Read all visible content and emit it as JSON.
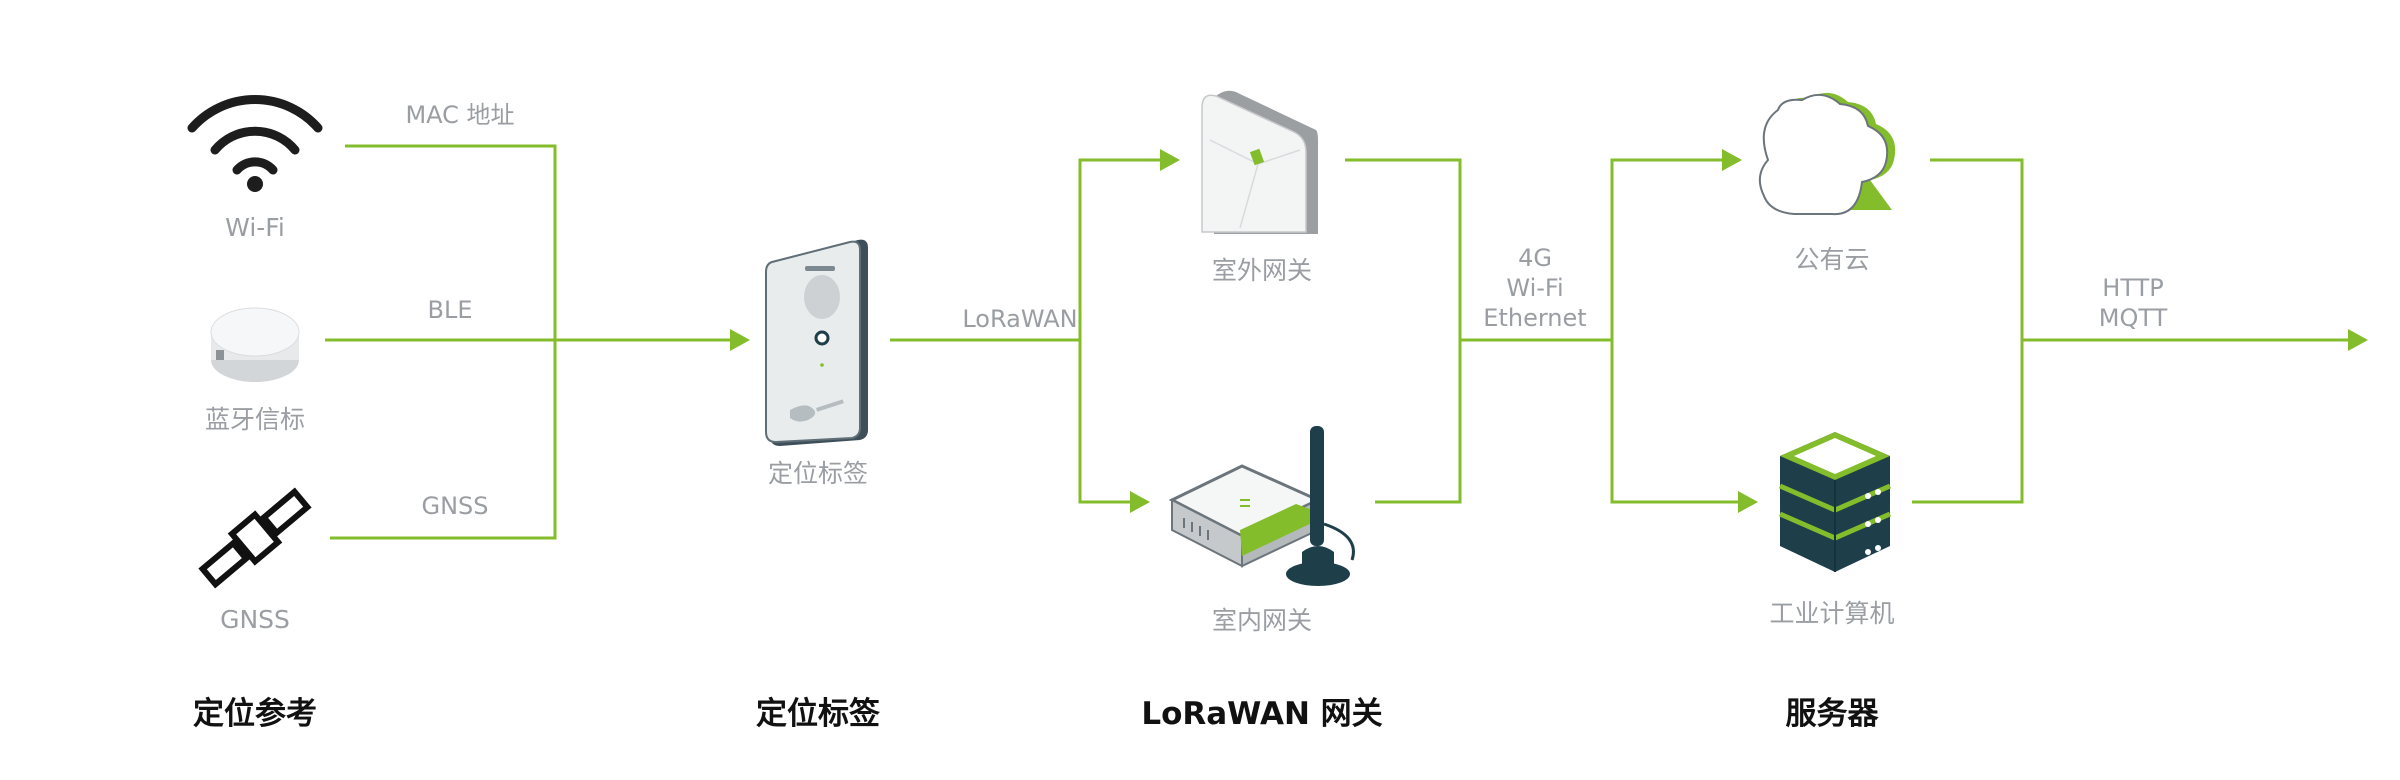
{
  "colors": {
    "accent": "#84bd2b",
    "label": "#9a9ea3",
    "heading": "#111111",
    "dark_device": "#1e3e4a"
  },
  "sources": {
    "wifi": {
      "label": "Wi-Fi",
      "edge": "MAC 地址",
      "icon": "wifi-icon"
    },
    "ble": {
      "label": "蓝牙信标",
      "edge": "BLE",
      "icon": "bluetooth-beacon-icon"
    },
    "gnss": {
      "label": "GNSS",
      "edge": "GNSS",
      "icon": "satellite-icon"
    }
  },
  "tag": {
    "label": "定位标签",
    "edge": "LoRaWAN",
    "icon": "tracker-tag-icon"
  },
  "gateways": {
    "outdoor": {
      "label": "室外网关",
      "icon": "outdoor-gateway-icon"
    },
    "indoor": {
      "label": "室内网关",
      "icon": "indoor-gateway-icon"
    },
    "edge": [
      "4G",
      "Wi-Fi",
      "Ethernet"
    ]
  },
  "servers": {
    "cloud": {
      "label": "公有云",
      "icon": "cloud-icon"
    },
    "ipc": {
      "label": "工业计算机",
      "icon": "server-stack-icon"
    },
    "edge": [
      "HTTP",
      "MQTT"
    ]
  },
  "columns": {
    "reference": "定位参考",
    "tag": "定位标签",
    "gateway": "LoRaWAN 网关",
    "server": "服务器"
  }
}
